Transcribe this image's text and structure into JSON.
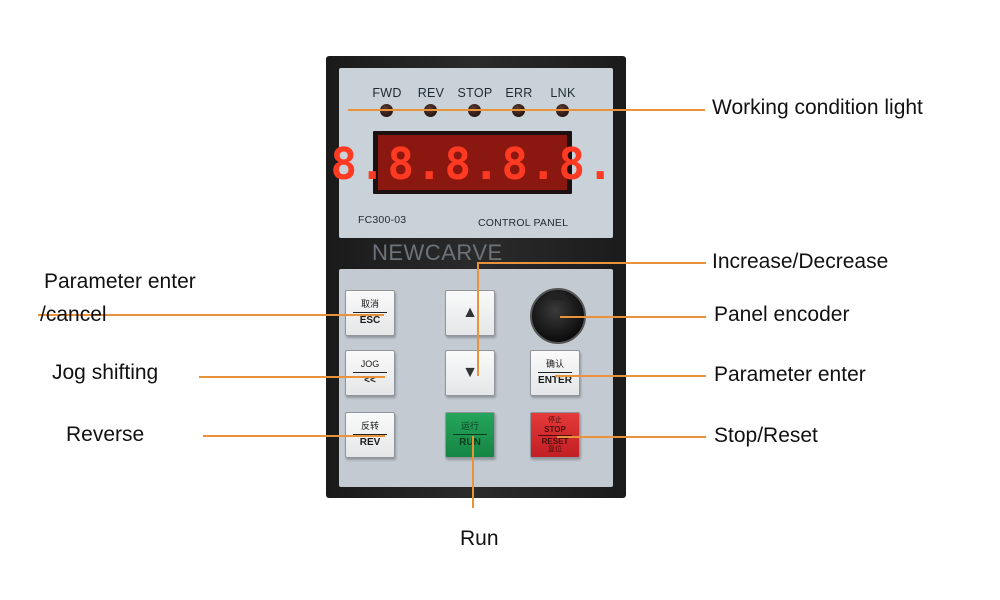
{
  "panel": {
    "leds": [
      "FWD",
      "REV",
      "STOP",
      "ERR",
      "LNK"
    ],
    "display_digits": "8.8.8.8.8.",
    "model": "FC300-03",
    "panel_name": "CONTROL PANEL",
    "brand": "NEWCARVE"
  },
  "keys": {
    "esc": {
      "top": "取消",
      "bottom": "ESC"
    },
    "up": {
      "glyph": "▲"
    },
    "jog": {
      "top": "JOG",
      "bottom": "<<"
    },
    "down": {
      "glyph": "▼"
    },
    "enter": {
      "top": "确认",
      "bottom": "ENTER"
    },
    "rev": {
      "top": "反转",
      "bottom": "REV"
    },
    "run": {
      "top": "运行",
      "bottom": "RUN"
    },
    "stop": {
      "top": "停止",
      "mid": "STOP",
      "bottom": "RESET",
      "extra": "复位"
    }
  },
  "callouts": {
    "working_light": "Working condition light",
    "inc_dec": "Increase/Decrease",
    "encoder": "Panel encoder",
    "param_enter": "Parameter enter",
    "stop_reset": "Stop/Reset",
    "run": "Run",
    "param_enter_cancel_1": "Parameter enter",
    "param_enter_cancel_2": "/cancel",
    "jog_shifting": "Jog shifting",
    "reverse": "Reverse"
  },
  "colors": {
    "callout_line": "#e8923a",
    "display_red": "#8b1810",
    "run_key": "#1e9a52",
    "stop_key": "#d22b30"
  }
}
